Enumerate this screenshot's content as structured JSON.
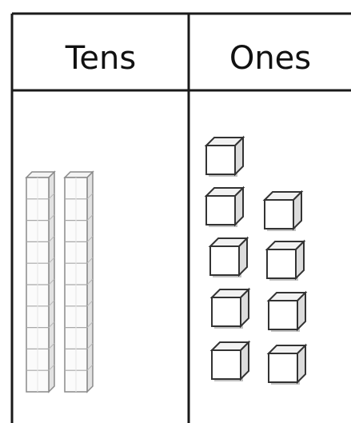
{
  "chart_data": {
    "type": "table",
    "columns": [
      "Tens",
      "Ones"
    ],
    "values": {
      "tens_rods": 2,
      "ones_cubes": 9
    }
  },
  "colors": {
    "line": "#1a1a1a",
    "cube_face": "#ffffff",
    "cube_shadow": "#9a9a9a",
    "rod_stroke": "#8a8a8a"
  },
  "icons": {
    "tens": "ten-rod-icon",
    "ones": "unit-cube-icon"
  }
}
